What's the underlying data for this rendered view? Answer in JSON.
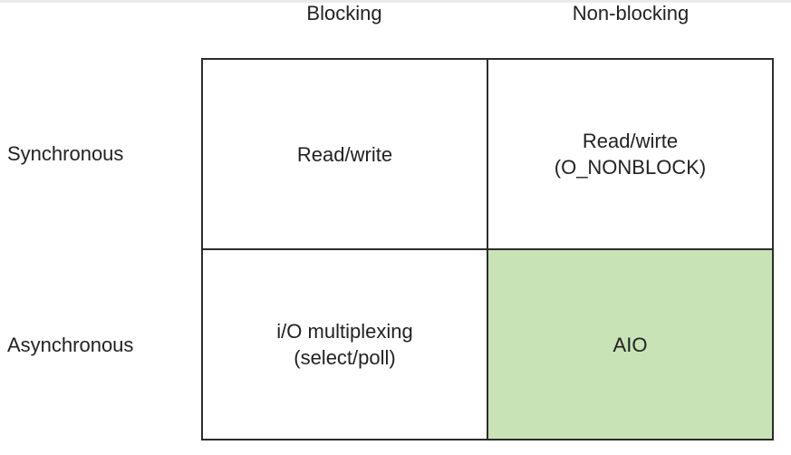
{
  "columns": [
    "Blocking",
    "Non-blocking"
  ],
  "rows": [
    "Synchronous",
    "Asynchronous"
  ],
  "cells": {
    "sync_blocking": [
      "Read/write"
    ],
    "sync_nonblocking": [
      "Read/wirte",
      "(O_NONBLOCK)"
    ],
    "async_blocking": [
      "i/O multiplexing",
      "(select/poll)"
    ],
    "async_nonblocking": [
      "AIO"
    ]
  },
  "colors": {
    "highlight_cell": "#c8e3b5",
    "grid_line": "#2c2c2c",
    "text": "#222222"
  }
}
